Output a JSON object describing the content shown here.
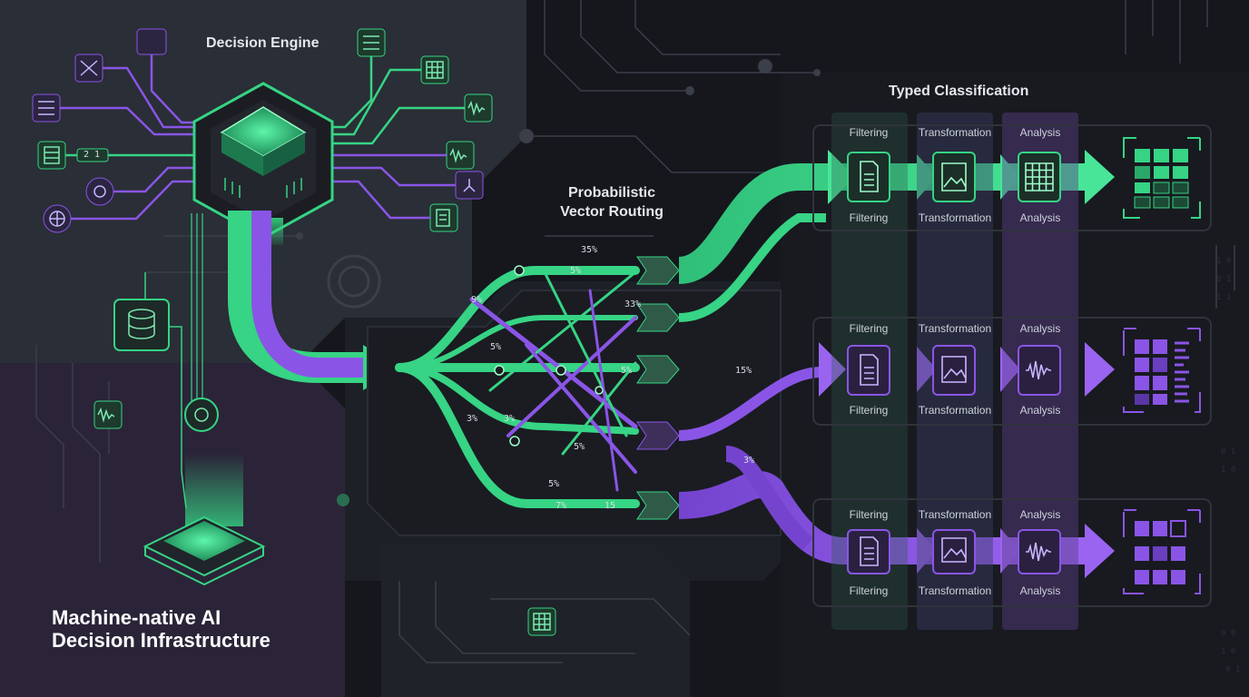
{
  "titles": {
    "decision_engine": "Decision Engine",
    "routing_line1": "Probabilistic",
    "routing_line2": "Vector Routing",
    "classification": "Typed Classification",
    "footer_line1": "Machine-native AI",
    "footer_line2": "Decision Infrastructure"
  },
  "stages": {
    "filtering": "Filtering",
    "transformation": "Transformation",
    "analysis": "Analysis"
  },
  "input_tags": {
    "tag1": "2 1"
  },
  "routing_percents": {
    "p_top": "35%",
    "p_a": "9%",
    "p_b": "33%",
    "p_c": "5%",
    "p_d": "5%",
    "p_e": "15%",
    "p_f": "5%",
    "p_g": "3%",
    "p_h": "7%",
    "p_i": "15",
    "p_j": "3%",
    "p_k": "3%",
    "p_l": "5%",
    "p_m": "5%"
  },
  "colors": {
    "green": "#36d484",
    "purple": "#8a55e6",
    "panel": "#2a2e36",
    "background": "#15171d"
  },
  "icons": [
    "document-icon",
    "image-icon",
    "grid-icon",
    "waveform-icon",
    "database-icon",
    "globe-icon",
    "gear-icon",
    "shuffle-icon",
    "network-icon",
    "chip-icon"
  ]
}
